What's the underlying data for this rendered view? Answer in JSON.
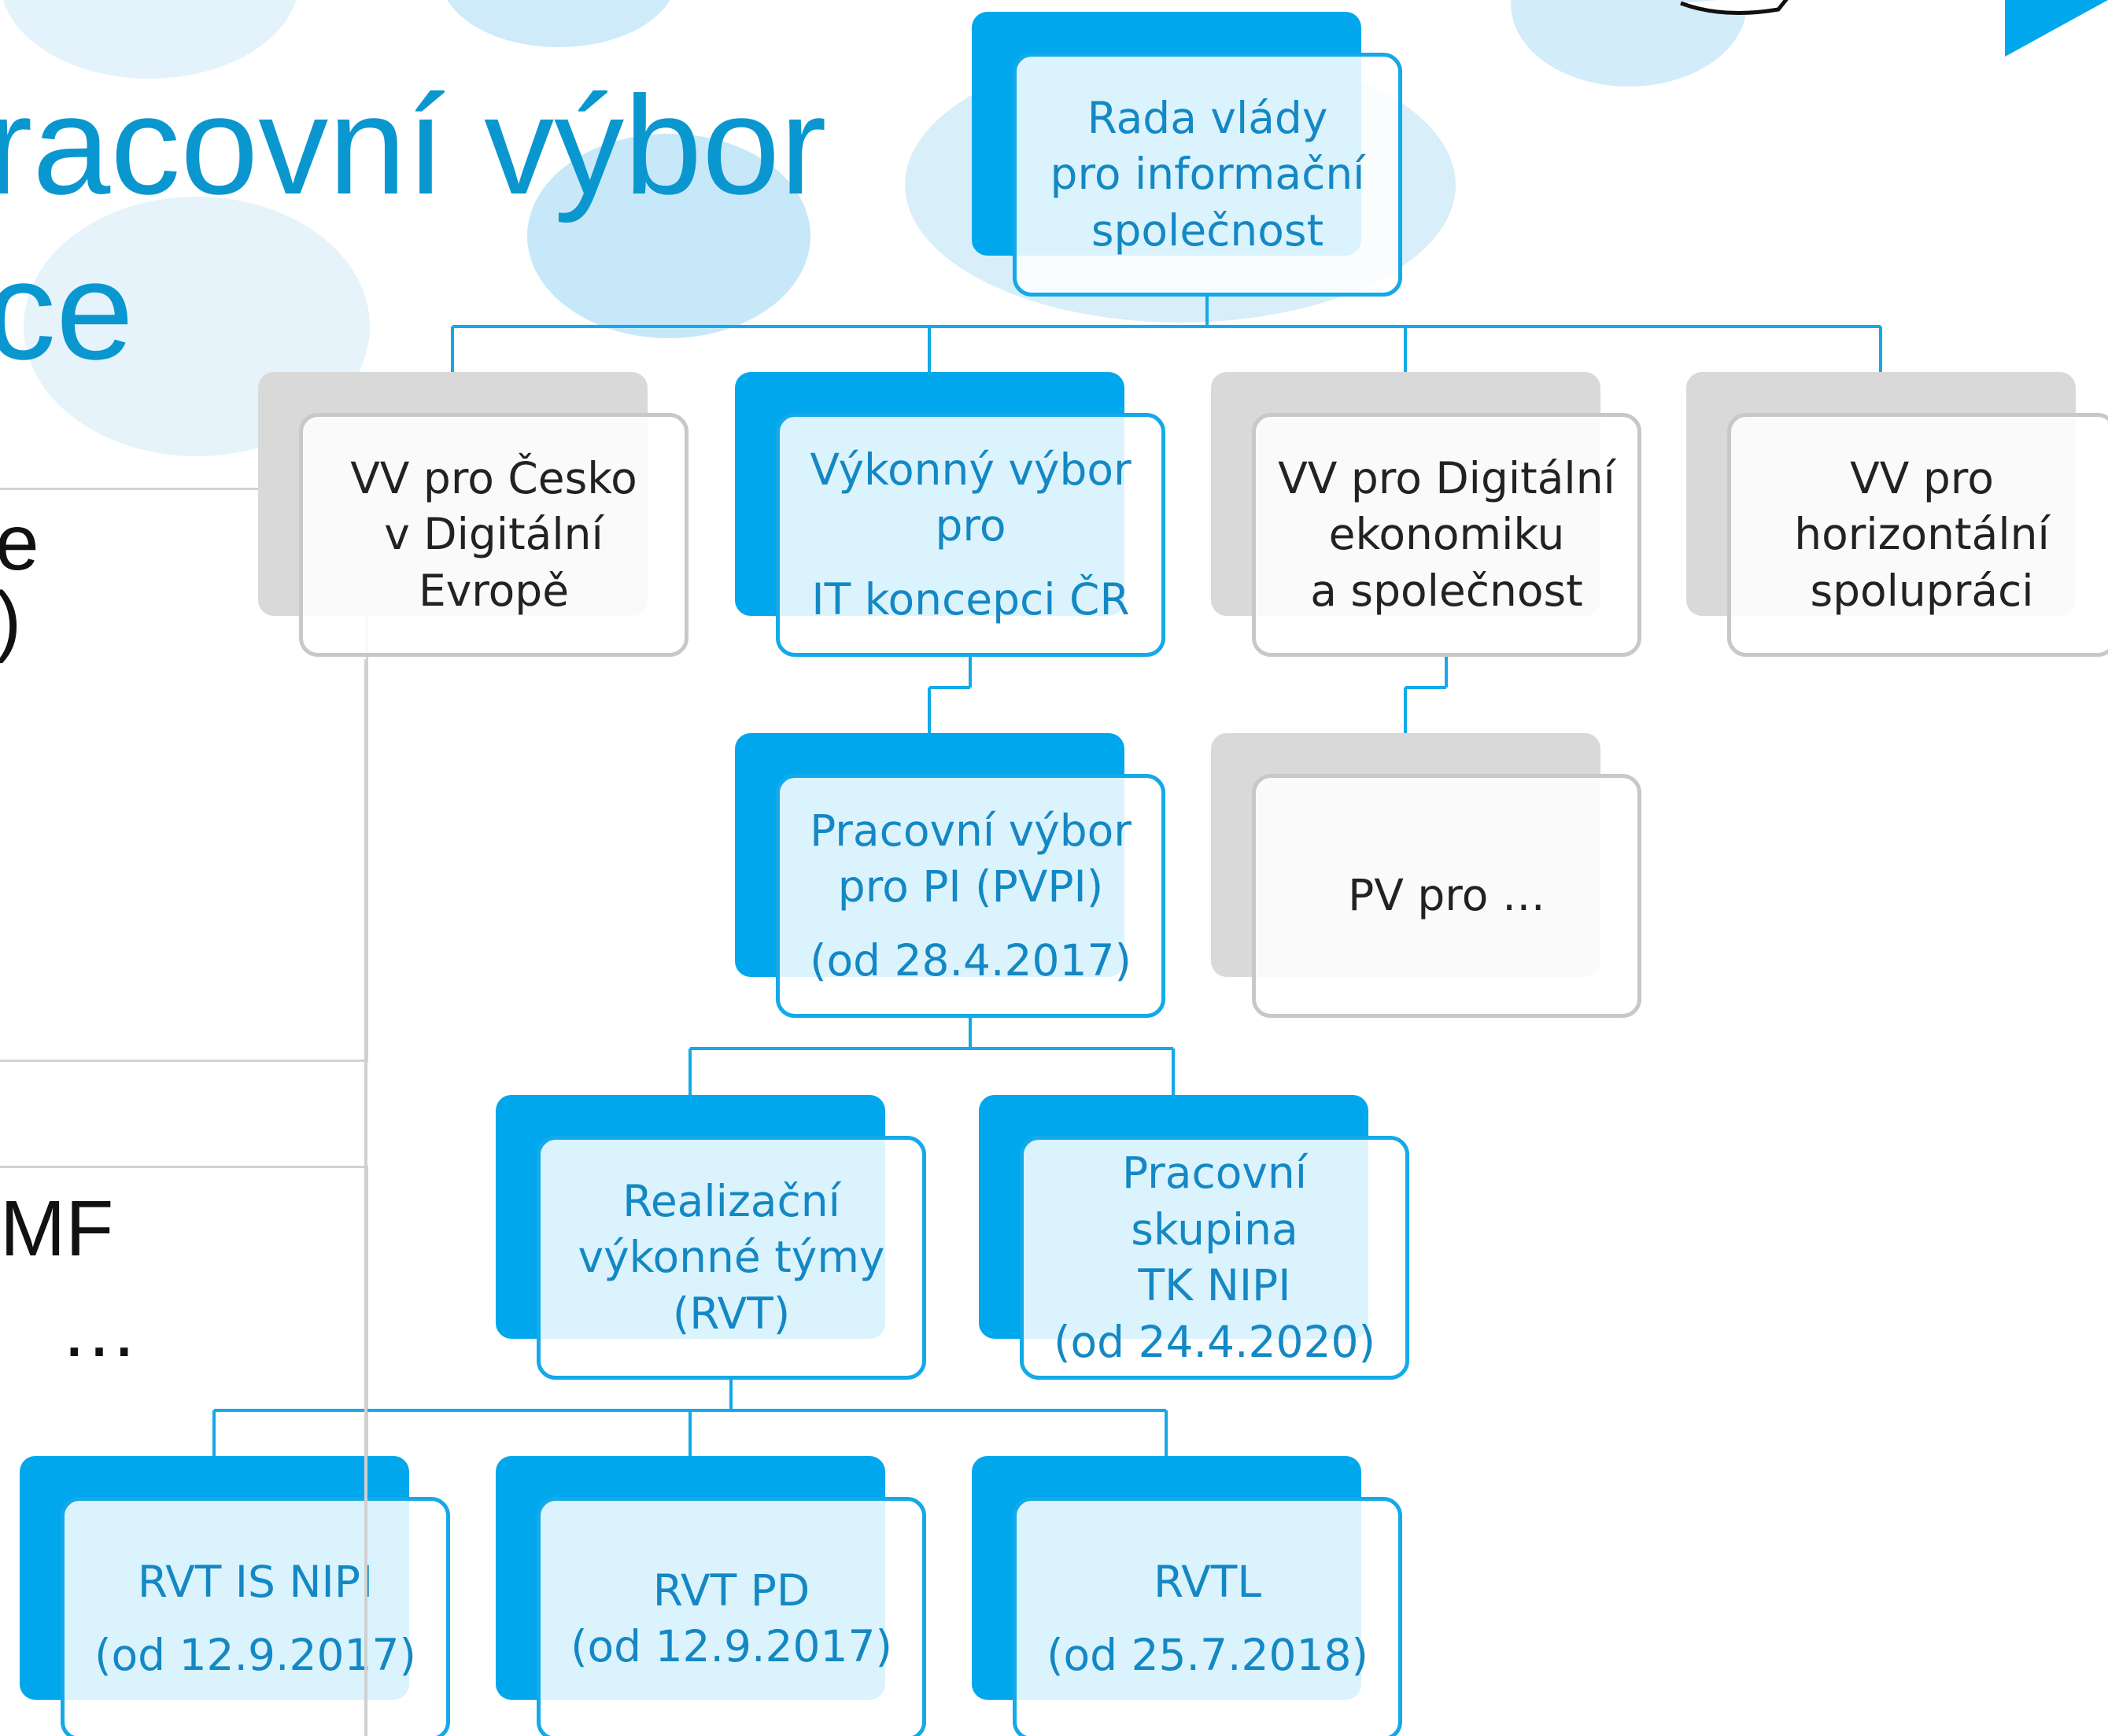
{
  "slide": {
    "title_line1": "racovní výbor",
    "title_line2": "ce",
    "side_texts": [
      "e",
      ")",
      "MF",
      "…"
    ]
  },
  "colors": {
    "accent_blue": "#00a7ec",
    "title_blue": "#0a97cf",
    "node_text_blue": "#1488c4",
    "inactive_gray": "#d9d9d9",
    "connector_blue": "#14a9e8",
    "connector_dark": "#4a6b8f"
  },
  "org_chart": {
    "nodes": [
      {
        "id": "rada",
        "style": "blue",
        "lines": [
          "Rada vlády",
          "pro informační",
          "společnost"
        ]
      },
      {
        "id": "vv-cesko",
        "style": "gray",
        "lines": [
          "VV pro Česko",
          "v Digitální",
          "Evropě"
        ]
      },
      {
        "id": "vykonny-vybor",
        "style": "blue",
        "lines": [
          "Výkonný výbor",
          "pro",
          "",
          "IT koncepci ČR"
        ]
      },
      {
        "id": "vv-digitalni",
        "style": "gray",
        "lines": [
          "VV pro Digitální",
          "ekonomiku",
          "a společnost"
        ]
      },
      {
        "id": "vv-horizontalni",
        "style": "gray",
        "lines": [
          "VV pro",
          "horizontální",
          "spolupráci"
        ]
      },
      {
        "id": "pvpi",
        "style": "blue",
        "lines": [
          "Pracovní výbor",
          "pro PI (PVPI)",
          "",
          "(od 28.4.2017)"
        ]
      },
      {
        "id": "pv-pro",
        "style": "gray",
        "lines": [
          "PV pro …"
        ]
      },
      {
        "id": "rvt",
        "style": "blue",
        "lines": [
          "Realizační",
          "výkonné týmy",
          "(RVT)"
        ]
      },
      {
        "id": "tk-nipi",
        "style": "blue",
        "lines": [
          "Pracovní skupina",
          "TK NIPI",
          "(od 24.4.2020)"
        ]
      },
      {
        "id": "rvt-is-nipi",
        "style": "blue",
        "lines": [
          "RVT IS NIPI",
          "",
          "(od 12.9.2017)"
        ]
      },
      {
        "id": "rvt-pd",
        "style": "blue",
        "lines": [
          "RVT PD",
          "(od 12.9.2017)"
        ]
      },
      {
        "id": "rvtl",
        "style": "blue",
        "lines": [
          "RVTL",
          "",
          "(od 25.7.2018)"
        ]
      }
    ],
    "edges": [
      {
        "from": "rada",
        "to": "vv-cesko"
      },
      {
        "from": "rada",
        "to": "vykonny-vybor"
      },
      {
        "from": "rada",
        "to": "vv-digitalni"
      },
      {
        "from": "rada",
        "to": "vv-horizontalni"
      },
      {
        "from": "vykonny-vybor",
        "to": "pvpi"
      },
      {
        "from": "vv-digitalni",
        "to": "pv-pro"
      },
      {
        "from": "pvpi",
        "to": "rvt"
      },
      {
        "from": "pvpi",
        "to": "tk-nipi"
      },
      {
        "from": "rvt",
        "to": "rvt-is-nipi"
      },
      {
        "from": "rvt",
        "to": "rvt-pd"
      },
      {
        "from": "rvt",
        "to": "rvtl"
      }
    ]
  }
}
